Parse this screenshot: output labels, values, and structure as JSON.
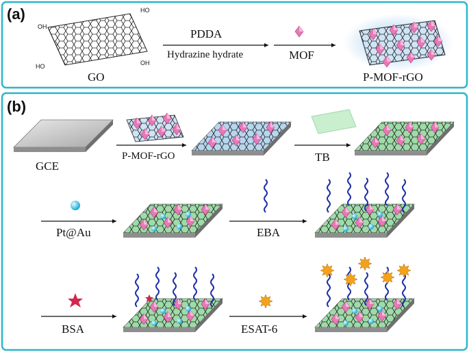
{
  "panel_a": {
    "label": "(a)",
    "go_label": "GO",
    "oh_groups": [
      "OH",
      "HO",
      "HO",
      "OH"
    ],
    "arrow1_top": "PDDA",
    "arrow1_bottom": "Hydrazine hydrate",
    "arrow2_bottom": "MOF",
    "product_label": "P-MOF-rGO"
  },
  "panel_b": {
    "label": "(b)",
    "gce_label": "GCE",
    "step1_label": "P-MOF-rGO",
    "step2_label": "TB",
    "step3_label": "Pt@Au",
    "step4_label": "EBA",
    "step5_label": "BSA",
    "step6_label": "ESAT-6"
  },
  "colors": {
    "frame": "#2bb6c8",
    "mof": "#e879b7",
    "rgo_blue": "#a9cdea",
    "tb_green": "#9fdba8",
    "pt_au": "#35c2e6",
    "aptamer": "#1f2fa8",
    "bsa": "#d0284f",
    "esat6": "#f2a21c"
  }
}
